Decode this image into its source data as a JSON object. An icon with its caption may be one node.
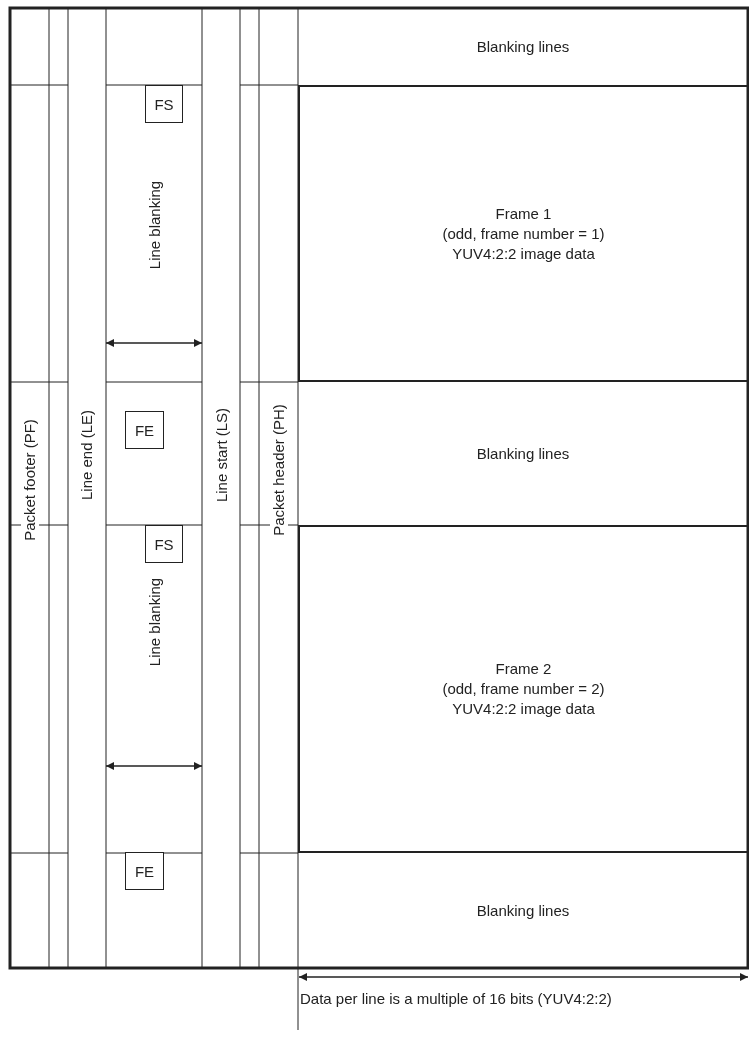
{
  "diagram": {
    "nodes": [
      {
        "text": [
          "Packet footer (PF)"
        ]
      },
      {
        "text": [
          "Line end (LE)"
        ]
      },
      {
        "text": [
          "FS"
        ]
      },
      {
        "text": [
          "FE"
        ]
      },
      {
        "text": [
          "FS"
        ]
      },
      {
        "text": [
          "FE"
        ]
      },
      {
        "text": [
          "Line start (LS)"
        ]
      },
      {
        "text": [
          "Packet header (PH)"
        ]
      },
      {
        "text": [
          "Blanking lines"
        ]
      },
      {
        "text": [
          "Frame 1",
          "(odd, frame number = 1) YUV4:2:2 image data"
        ]
      },
      {
        "text": [
          "Blanking lines"
        ]
      },
      {
        "text": [
          "Frame 2",
          "(odd, frame number = 2) YUV4:2:2 image data"
        ]
      },
      {
        "text": [
          "Blanking lines"
        ]
      }
    ],
    "labels": [
      "Line blanking",
      "Line blanking",
      "Data per line is a multiple of 16 bits (YUV4:2:2)"
    ]
  }
}
